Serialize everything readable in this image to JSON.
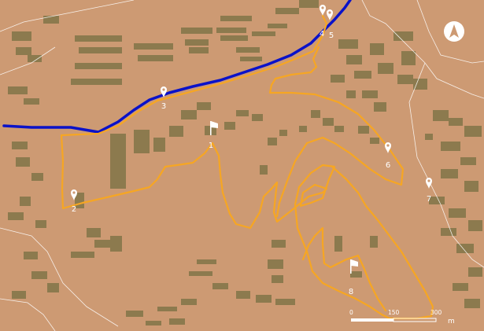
{
  "map": {
    "colors": {
      "land": "#cd9a73",
      "buildings": "#8c7a4e",
      "road_lines": "#ffffff",
      "river": "#0a12c9",
      "route": "#f6a623",
      "markers": "#ffffff"
    },
    "markers": [
      {
        "id": "1",
        "label": "1",
        "icon": "flag-icon"
      },
      {
        "id": "2",
        "label": "2",
        "icon": "pin-icon"
      },
      {
        "id": "3",
        "label": "3",
        "icon": "pin-icon"
      },
      {
        "id": "4",
        "label": "4",
        "icon": "pin-icon"
      },
      {
        "id": "5",
        "label": "5",
        "icon": "pin-icon"
      },
      {
        "id": "6",
        "label": "6",
        "icon": "pin-icon"
      },
      {
        "id": "7",
        "label": "7",
        "icon": "pin-icon"
      },
      {
        "id": "8",
        "label": "8",
        "icon": "flag-icon"
      }
    ],
    "north_arrow": {
      "icon": "north-arrow-icon"
    },
    "scale_bar": {
      "ticks": [
        "0",
        "150",
        "300"
      ],
      "unit": "m"
    }
  }
}
